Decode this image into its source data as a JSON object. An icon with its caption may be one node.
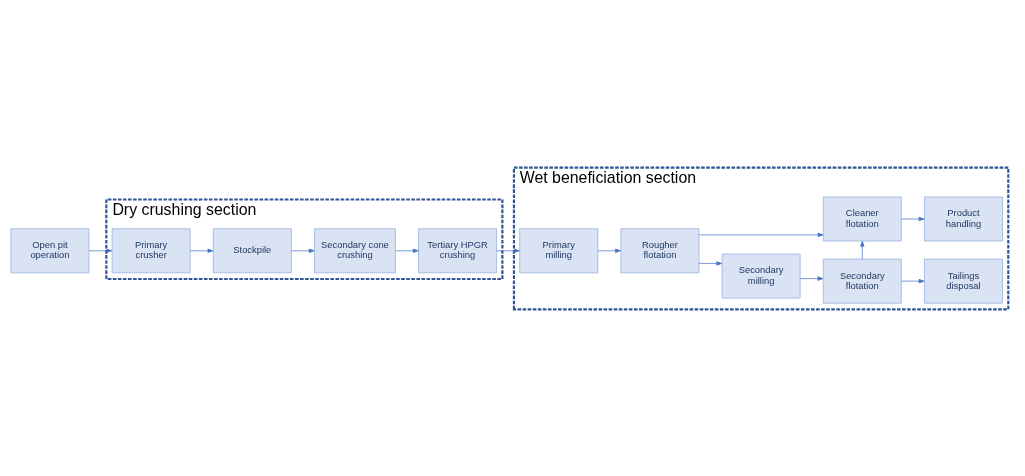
{
  "diagram": {
    "nodes": [
      {
        "text": [
          "Open pit operation"
        ]
      },
      {
        "text": [
          "Dry crushing section"
        ]
      },
      {
        "text": [
          "Primary crusher"
        ],
        "in": 1
      },
      {
        "text": [
          "Stockpile"
        ],
        "in": 1
      },
      {
        "text": [
          "Secondary cone crushing"
        ],
        "in": 1
      },
      {
        "text": [
          "Tertiary HPGR crushing"
        ],
        "in": 1
      },
      {
        "text": [
          "Wet beneficiation section"
        ]
      },
      {
        "text": [
          "Primary milling"
        ],
        "in": 6
      },
      {
        "text": [
          "Rougher flotation"
        ],
        "in": 6
      },
      {
        "text": [
          "Secondary milling"
        ],
        "in": 6
      },
      {
        "text": [
          "Secondary flotation"
        ],
        "in": 6
      },
      {
        "text": [
          "Tailings disposal"
        ],
        "in": 6
      },
      {
        "text": [
          "Cleaner flotation"
        ],
        "in": 6
      },
      {
        "text": [
          "Product handling"
        ],
        "in": 6
      }
    ],
    "edges": [
      {
        "from": 0,
        "to": 2,
        "arrow": "to"
      },
      {
        "from": 2,
        "to": 3,
        "arrow": "to"
      },
      {
        "from": 3,
        "to": 4,
        "arrow": "to"
      },
      {
        "from": 4,
        "to": 5,
        "arrow": "to"
      },
      {
        "from": 5,
        "to": 7,
        "arrow": "to"
      },
      {
        "from": 7,
        "to": 8,
        "arrow": "to"
      },
      {
        "from": 8,
        "to": 9,
        "arrow": "to"
      },
      {
        "from": 9,
        "to": 10,
        "arrow": "to"
      },
      {
        "from": 10,
        "to": 11,
        "arrow": "to"
      },
      {
        "from": 10,
        "to": 12,
        "arrow": "to"
      },
      {
        "from": 8,
        "to": 12,
        "arrow": "to"
      },
      {
        "from": 12,
        "to": 13,
        "arrow": "to"
      }
    ]
  }
}
